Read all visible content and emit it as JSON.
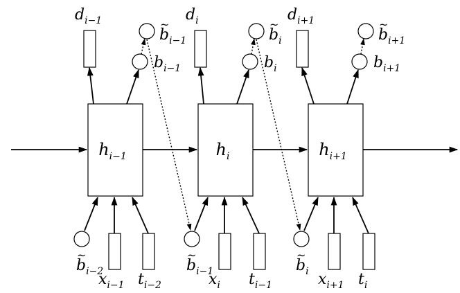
{
  "cells": [
    {
      "label": {
        "base": "h",
        "sub": "i−1"
      },
      "d": {
        "base": "d",
        "sub": "i−1"
      },
      "b": {
        "base": "b",
        "sub": "i−1"
      },
      "btilde": {
        "base": "b",
        "sub": "i−1"
      }
    },
    {
      "label": {
        "base": "h",
        "sub": "i"
      },
      "d": {
        "base": "d",
        "sub": "i"
      },
      "b": {
        "base": "b",
        "sub": "i"
      },
      "btilde": {
        "base": "b",
        "sub": "i"
      }
    },
    {
      "label": {
        "base": "h",
        "sub": "i+1"
      },
      "d": {
        "base": "d",
        "sub": "i+1"
      },
      "b": {
        "base": "b",
        "sub": "i+1"
      },
      "btilde": {
        "base": "b",
        "sub": "i+1"
      }
    }
  ],
  "inputs": [
    {
      "btilde": {
        "base": "b",
        "sub": "i−2"
      },
      "x": {
        "base": "x",
        "sub": "i−1"
      },
      "t": {
        "base": "t",
        "sub": "i−2"
      }
    },
    {
      "btilde": {
        "base": "b",
        "sub": "i−1"
      },
      "x": {
        "base": "x",
        "sub": "i"
      },
      "t": {
        "base": "t",
        "sub": "i−1"
      }
    },
    {
      "btilde": {
        "base": "b",
        "sub": "i"
      },
      "x": {
        "base": "x",
        "sub": "i+1"
      },
      "t": {
        "base": "t",
        "sub": "i"
      }
    }
  ],
  "tilde_mark": "~",
  "colors": {
    "stroke": "#000000",
    "background": "#ffffff"
  }
}
